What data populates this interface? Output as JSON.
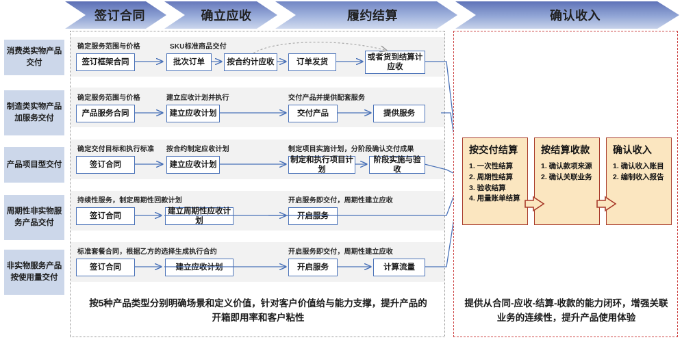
{
  "header": {
    "phases": [
      {
        "label": "签订合同",
        "color": "#6f84c4"
      },
      {
        "label": "确立应收",
        "color": "#7f93cd"
      },
      {
        "label": "履约结算",
        "color": "#8fa2d6"
      },
      {
        "label": "确认收入",
        "color": "#7f95cf"
      }
    ]
  },
  "categories": [
    {
      "label": "消费类实物产品交付"
    },
    {
      "label": "制造类实物产品加服务交付"
    },
    {
      "label": "产品项目型交付"
    },
    {
      "label": "周期性非实物服务产品交付"
    },
    {
      "label": "非实物服务产品按使用量交付"
    }
  ],
  "rows": [
    {
      "captions": [
        "确定服务范围与价格",
        "SKU标准商品交付"
      ],
      "steps": [
        "签订框架合同",
        "批次订单",
        "按合约计应收",
        "订单发货",
        "或者货到结算计应收"
      ]
    },
    {
      "captions": [
        "确定服务范围与价格",
        "建立应收计划并执行",
        "交付产品并提供配套服务"
      ],
      "steps": [
        "产品服务合同",
        "建立应收计划",
        "交付产品",
        "提供服务"
      ]
    },
    {
      "captions": [
        "确定交付目标和执行标准",
        "按合约制定应收计划",
        "制定项目实施计划，分阶段确认交付成果"
      ],
      "steps": [
        "签订合同",
        "建立应收计划",
        "制定和执行项目计划",
        "阶段实施与验收"
      ]
    },
    {
      "captions": [
        "持续性服务，制定周期性回款计划",
        "开启服务即交付，周期性建立应收"
      ],
      "steps": [
        "签订合同",
        "建立周期性应收计划",
        "开启服务"
      ]
    },
    {
      "captions": [
        "标准套餐合同，根据乙方的选择生成执行合约",
        "开启服务即交付，周期性建立应收"
      ],
      "steps": [
        "签订合同",
        "建立应收计划",
        "开启服务",
        "计算流量"
      ]
    }
  ],
  "outcome_boxes": [
    {
      "title": "按交付结算",
      "items": [
        "1. 一次性结算",
        "2. 周期性结算",
        "3. 验收结算",
        "4. 用量账单结算"
      ]
    },
    {
      "title": "按结算收款",
      "items": [
        "1. 确认款项来源",
        "2. 确认关联业务"
      ]
    },
    {
      "title": "确认收入",
      "items": [
        "1. 确认收入账目",
        "2. 编制收入报告"
      ]
    }
  ],
  "summaries": {
    "left": "按5种产品类型分别明确场景和定义价值，针对客户价值给与能力支撑，提升产品的开箱即用率和客户粘性",
    "right": "提供从合同-应收-结算-收款的能力闭环，增强关联业务的连续性，提升产品使用体验"
  },
  "colors": {
    "chip_bg": "#ccd7ea",
    "flow_border": "#4a72b8",
    "orange_bg": "#fbe6c0",
    "orange_border": "#a83a2a",
    "panel_dashed_red": "#cc4040",
    "panel_dotted_gray": "#8e8e8e",
    "band_gray": "#f2f2f2"
  }
}
